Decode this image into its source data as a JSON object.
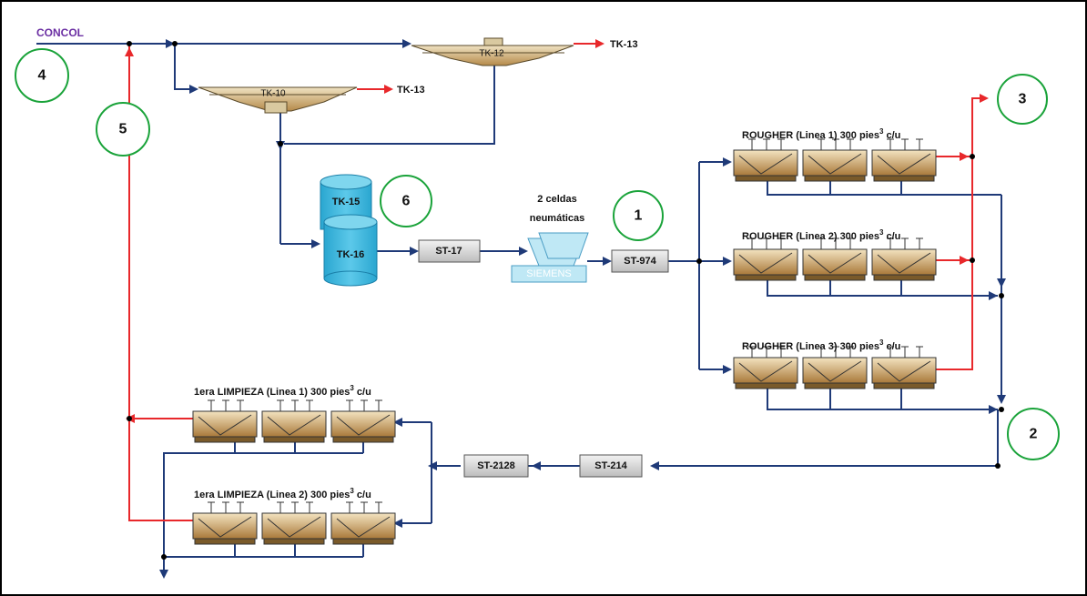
{
  "inlet": {
    "label": "CONCOL"
  },
  "thickeners": [
    {
      "id": "tk10",
      "label": "TK-10",
      "out_label": "TK-13"
    },
    {
      "id": "tk12",
      "label": "TK-12",
      "out_label": "TK-13"
    }
  ],
  "tanks": [
    {
      "id": "tk15",
      "label": "TK-15"
    },
    {
      "id": "tk16",
      "label": "TK-16"
    }
  ],
  "pneumatic": {
    "caption_line1": "2 celdas",
    "caption_line2": "neumáticas",
    "brand": "SIEMENS"
  },
  "boxes": {
    "st17": "ST-17",
    "st974": "ST-974",
    "st214": "ST-214",
    "st2128": "ST-2128"
  },
  "rougher_lines": [
    {
      "prefix": "ROUGHER  (Linea 1) 300 pies",
      "sup": "3",
      "suffix": " c/u"
    },
    {
      "prefix": "ROUGHER  (Linea 2) 300 pies",
      "sup": "3",
      "suffix": " c/u"
    },
    {
      "prefix": "ROUGHER  (Linea 3) 300 pies",
      "sup": "3",
      "suffix": " c/u"
    }
  ],
  "cleaner_lines": [
    {
      "prefix": "1era LIMPIEZA  (Linea 1) 300 pies",
      "sup": "3",
      "suffix": " c/u"
    },
    {
      "prefix": "1era LIMPIEZA  (Linea 2) 300 pies",
      "sup": "3",
      "suffix": " c/u"
    }
  ],
  "annotations": [
    "1",
    "2",
    "3",
    "4",
    "5",
    "6"
  ],
  "colors": {
    "concentrate_flow": "#e8282b",
    "pulp_flow": "#1f3a78",
    "annotation_ring": "#1aa33a",
    "concol_text": "#6b2fa3"
  }
}
